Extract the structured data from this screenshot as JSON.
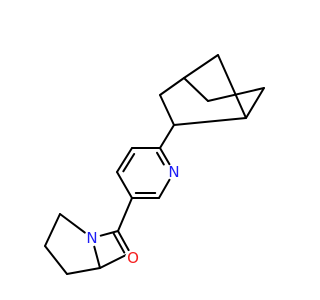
{
  "colors": {
    "bond": "#000000",
    "N": "#1d1df5",
    "O": "#f51d1d",
    "background": "#ffffff"
  },
  "structure": {
    "atoms": [
      {
        "id": "a1",
        "label": "",
        "element": "C"
      },
      {
        "id": "a2",
        "label": "",
        "element": "C"
      },
      {
        "id": "a3",
        "label": "",
        "element": "C"
      },
      {
        "id": "a4",
        "label": "",
        "element": "C"
      },
      {
        "id": "a5",
        "label": "",
        "element": "C"
      },
      {
        "id": "a6",
        "label": "",
        "element": "C"
      },
      {
        "id": "a7",
        "label": "",
        "element": "C"
      },
      {
        "id": "a8",
        "label": "",
        "element": "C"
      },
      {
        "id": "p1",
        "label": "",
        "element": "C"
      },
      {
        "id": "p2",
        "label": "N",
        "element": "N"
      },
      {
        "id": "p3",
        "label": "",
        "element": "C"
      },
      {
        "id": "p4",
        "label": "",
        "element": "C"
      },
      {
        "id": "p5",
        "label": "",
        "element": "C"
      },
      {
        "id": "p6",
        "label": "",
        "element": "C"
      },
      {
        "id": "c1",
        "label": "",
        "element": "C"
      },
      {
        "id": "o1",
        "label": "O",
        "element": "O"
      },
      {
        "id": "n2",
        "label": "N",
        "element": "N"
      },
      {
        "id": "r1",
        "label": "",
        "element": "C"
      },
      {
        "id": "r2",
        "label": "",
        "element": "C"
      },
      {
        "id": "r3",
        "label": "",
        "element": "C"
      },
      {
        "id": "r4",
        "label": "",
        "element": "C"
      },
      {
        "id": "m1",
        "label": "",
        "element": "C"
      }
    ],
    "bonds": [
      {
        "from": "a1",
        "to": "a2",
        "order": 1
      },
      {
        "from": "a2",
        "to": "a3",
        "order": 1
      },
      {
        "from": "a3",
        "to": "a4",
        "order": 1
      },
      {
        "from": "a4",
        "to": "a5",
        "order": 1
      },
      {
        "from": "a5",
        "to": "a6",
        "order": 1
      },
      {
        "from": "a6",
        "to": "a1",
        "order": 1
      },
      {
        "from": "a6",
        "to": "a7",
        "order": 1
      },
      {
        "from": "a7",
        "to": "a3",
        "order": 1
      },
      {
        "from": "a1",
        "to": "p1",
        "order": 1
      },
      {
        "from": "p1",
        "to": "p2",
        "order": 2
      },
      {
        "from": "p2",
        "to": "p3",
        "order": 1
      },
      {
        "from": "p3",
        "to": "p4",
        "order": 2
      },
      {
        "from": "p4",
        "to": "p5",
        "order": 1
      },
      {
        "from": "p5",
        "to": "p6",
        "order": 2
      },
      {
        "from": "p6",
        "to": "p1",
        "order": 1
      },
      {
        "from": "p4",
        "to": "c1",
        "order": 1
      },
      {
        "from": "c1",
        "to": "o1",
        "order": 2
      },
      {
        "from": "c1",
        "to": "n2",
        "order": 1
      },
      {
        "from": "n2",
        "to": "r1",
        "order": 1
      },
      {
        "from": "r1",
        "to": "r2",
        "order": 1
      },
      {
        "from": "r2",
        "to": "r3",
        "order": 1
      },
      {
        "from": "r3",
        "to": "r4",
        "order": 1
      },
      {
        "from": "r4",
        "to": "n2",
        "order": 1
      },
      {
        "from": "r4",
        "to": "m1",
        "order": 1
      }
    ]
  }
}
